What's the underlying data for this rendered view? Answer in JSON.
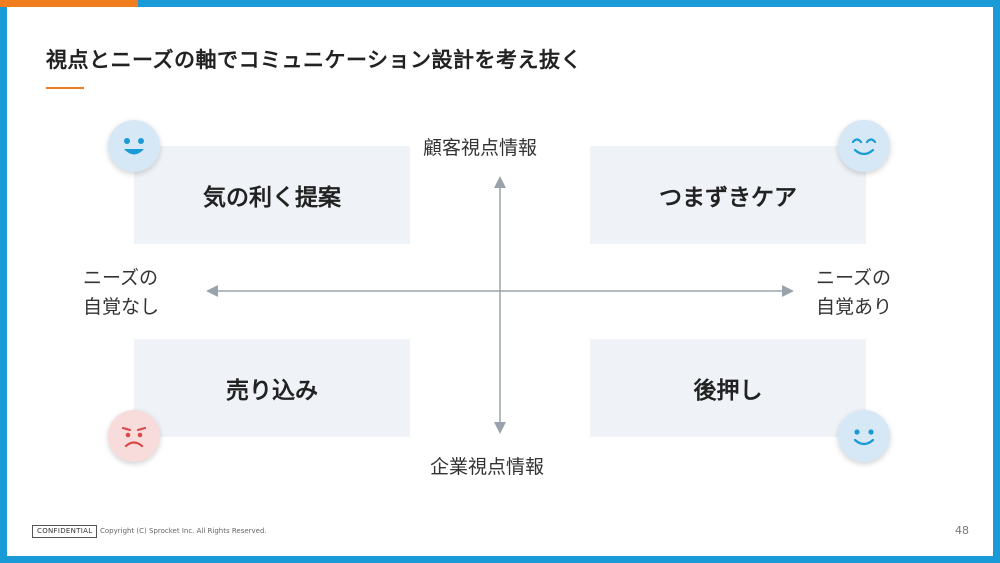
{
  "slide": {
    "title": "視点とニーズの軸でコミュニケーション設計を考え抜く",
    "accent_color": "#f07d1e",
    "frame_color": "#1a9ad6"
  },
  "axes": {
    "top": "顧客視点情報",
    "bottom": "企業視点情報",
    "left_line1": "ニーズの",
    "left_line2": "自覚なし",
    "right_line1": "ニーズの",
    "right_line2": "自覚あり"
  },
  "quadrants": {
    "top_left": "気の利く提案",
    "top_right": "つまずきケア",
    "bottom_left": "売り込み",
    "bottom_right": "後押し"
  },
  "faces": {
    "top_left": "happy-face-icon",
    "top_right": "content-face-icon",
    "bottom_left": "sad-face-icon",
    "bottom_right": "smile-face-icon"
  },
  "footer": {
    "confidential": "CONFIDENTIAL",
    "copyright": "Copyright (C) Sprocket Inc. All Rights Reserved.",
    "page_number": "48"
  }
}
